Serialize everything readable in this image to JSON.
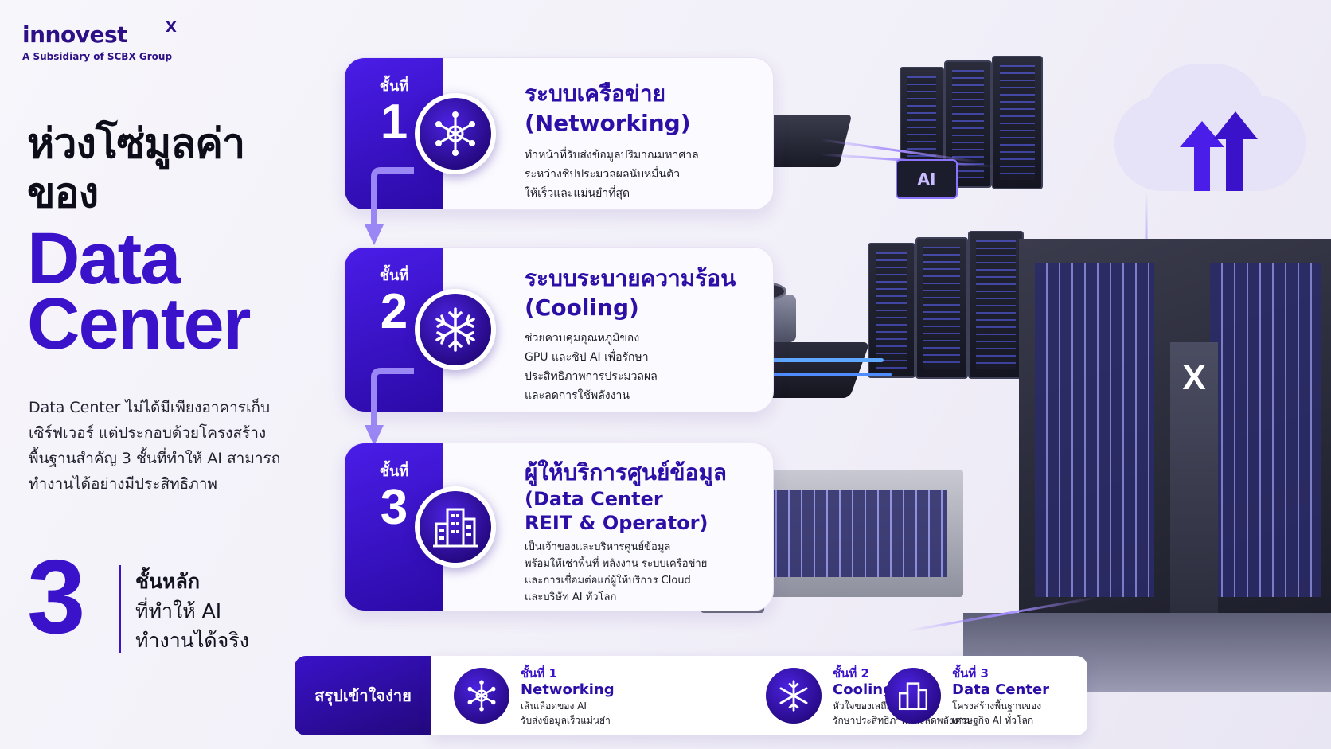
{
  "brand": {
    "logo_text": "innovest",
    "logo_x": "X",
    "subtitle": "A Subsidiary of SCBX Group"
  },
  "hero": {
    "title_th_1": "ห่วงโซ่มูลค่า",
    "title_th_2": "ของ",
    "title_en_1": "Data",
    "title_en_2": "Center",
    "description": "Data Center ไม่ได้มีเพียงอาคารเก็บเซิร์ฟเวอร์ แต่ประกอบด้วยโครงสร้างพื้นฐานสำคัญ 3 ชั้นที่ทำให้ AI สามารถทำงานได้อย่างมีประสิทธิภาพ"
  },
  "core": {
    "number": "3",
    "line1": "ชั้นหลัก",
    "line2": "ที่ทำให้ AI",
    "line3": "ทำงานได้จริง"
  },
  "layers": [
    {
      "tier_label": "ชั้นที่",
      "tier_number": "1",
      "icon": "network-hub-icon",
      "title_th": "ระบบเครือข่าย",
      "title_en": "(Networking)",
      "desc_1": "ทำหน้าที่รับส่งข้อมูลปริมาณมหาศาล",
      "desc_2": "ระหว่างชิปประมวลผลนับหมื่นตัว",
      "desc_3": "ให้เร็วและแม่นยำที่สุด",
      "chip_label": "AI"
    },
    {
      "tier_label": "ชั้นที่",
      "tier_number": "2",
      "icon": "snowflake-icon",
      "title_th": "ระบบระบายความร้อน",
      "title_en": "(Cooling)",
      "desc_1": "ช่วยควบคุมอุณหภูมิของ",
      "desc_2": "GPU และชิป AI เพื่อรักษา",
      "desc_3": "ประสิทธิภาพการประมวลผล",
      "desc_4": "และลดการใช้พลังงาน"
    },
    {
      "tier_label": "ชั้นที่",
      "tier_number": "3",
      "icon": "building-icon",
      "title_th": "ผู้ให้บริการศูนย์ข้อมูล",
      "title_en_1": "(Data Center",
      "title_en_2": "REIT & Operator)",
      "desc_1": "เป็นเจ้าของและบริหารศูนย์ข้อมูล",
      "desc_2": "พร้อมให้เช่าพื้นที่ พลังงาน ระบบเครือข่าย",
      "desc_3": "และการเชื่อมต่อแก่ผู้ให้บริการ Cloud",
      "desc_4": "และบริษัท AI ทั่วโลก"
    }
  ],
  "building_sign": "X",
  "summary": {
    "label": "สรุปเข้าใจง่าย",
    "items": [
      {
        "tier": "ชั้นที่ 1",
        "name": "Networking",
        "line1": "เส้นเลือดของ AI",
        "line2": "รับส่งข้อมูลเร็วแม่นยำ",
        "icon": "network-hub-icon"
      },
      {
        "tier": "ชั้นที่ 2",
        "name": "Cooling",
        "line1": "หัวใจของเสถียรภาพ",
        "line2": "รักษาประสิทธิภาพและลดพลังงาน",
        "icon": "snowflake-icon"
      },
      {
        "tier": "ชั้นที่ 3",
        "name": "Data Center",
        "line1": "โครงสร้างพื้นฐานของ",
        "line2": "เศรษฐกิจ AI ทั่วโลก",
        "icon": "building-icon"
      }
    ]
  },
  "colors": {
    "brand_purple": "#3a12c9",
    "deep_purple": "#24087f",
    "background": "#f4f2fa"
  }
}
